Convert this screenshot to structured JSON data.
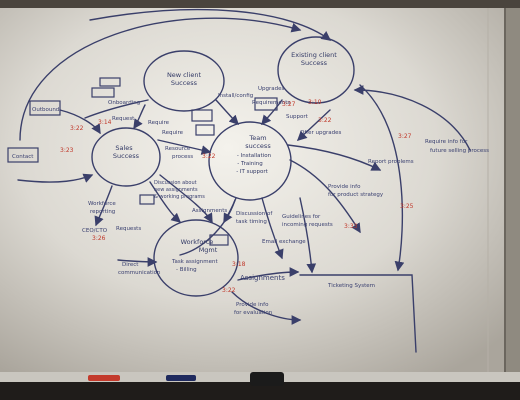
{
  "board": {
    "nodes": {
      "new_client": [
        "New client",
        "Success"
      ],
      "existing_client": [
        "Existing client",
        "Success"
      ],
      "team_success": [
        "Team",
        "success",
        "- Installation",
        "- Training",
        "- IT support"
      ],
      "sales": [
        "Sales",
        "Success"
      ],
      "workforce": [
        "Workforce",
        "Mgmt"
      ]
    },
    "labels": {
      "l1": "Onboarding",
      "l2": "Install/config",
      "l3": "Requirements",
      "l4": "Require",
      "l5": "Support",
      "l6": "Upgrades",
      "l7": "Offer upgrades",
      "l8": "Require info for",
      "l9": "future selling process",
      "l10": "Report problems",
      "l11": "Provide info",
      "l12": "for product strategy",
      "l13": "Require",
      "l14": "Resource",
      "l15": "process",
      "l16": "Discussion about",
      "l17": "new assignments",
      "l18": "& working programs",
      "l19": "Assignments",
      "l20": "Workforce",
      "l21": "reporting",
      "l22": "Discussion of",
      "l23": "task timing",
      "l24": "Guidelines for",
      "l25": "incoming requests",
      "l26": "Email exchange",
      "l27": "Assignments",
      "l28": "Task assignment",
      "l29": "- Billing",
      "l30": "Direct",
      "l31": "communication",
      "l32": "Provide info",
      "l33": "for evaluation",
      "l34": "Ticketing System",
      "l35": "Requests",
      "l36": "Request",
      "l37": "CEO/CTO",
      "l38": "Contact",
      "l39": "Outbound"
    },
    "marks": [
      "3:22",
      "3:23",
      "3:14",
      "3:27",
      "3:10",
      "3:22",
      "3:27",
      "3:22",
      "3:25",
      "3:33",
      "3:18",
      "3:26",
      "3:22"
    ]
  }
}
